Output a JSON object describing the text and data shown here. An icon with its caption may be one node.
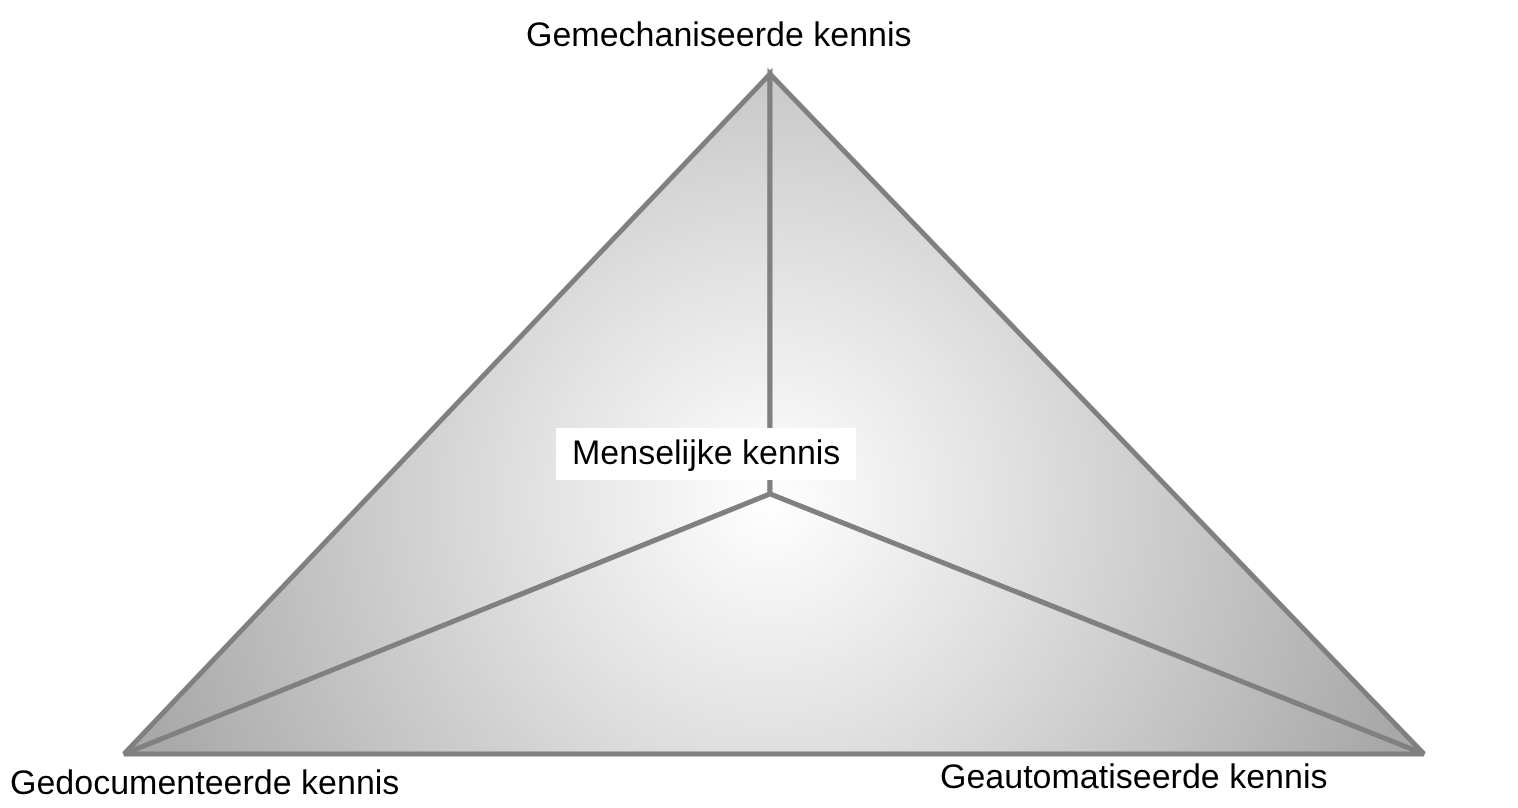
{
  "diagram": {
    "labels": [
      "Gemechaniseerde kennis",
      "Menselijke kennis",
      "Gedocumenteerde kennis",
      "Geautomatiseerde kennis"
    ]
  }
}
